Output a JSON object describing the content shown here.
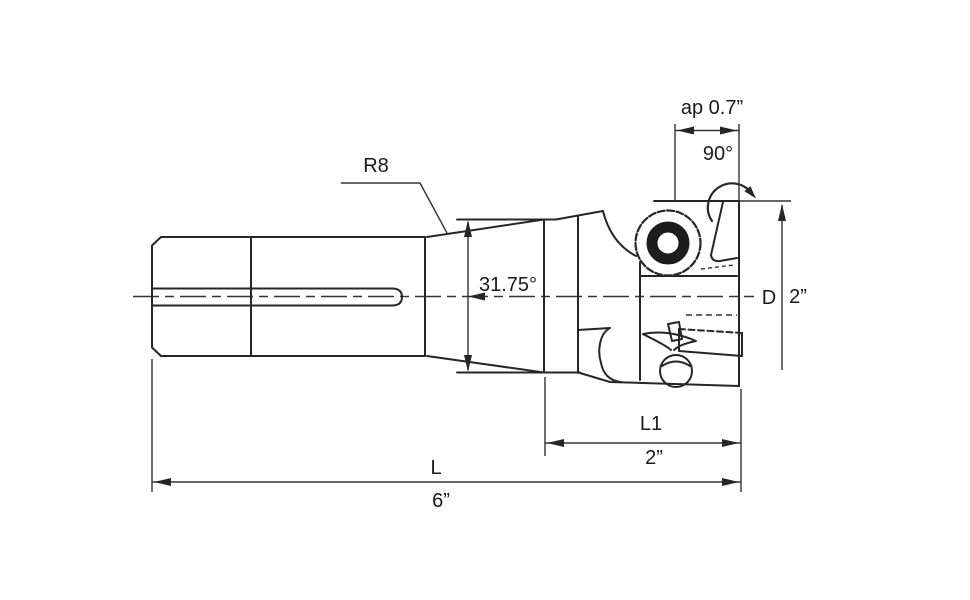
{
  "drawing": {
    "type": "technical-drawing",
    "subject": "indexable end mill cutter side view with dimensions",
    "colors": {
      "line": "#262626",
      "thin_line": "#343434",
      "background": "#ffffff",
      "text": "#1a1a1a"
    },
    "labels": {
      "shank_radius": "R8",
      "taper_angle": "31.75°",
      "depth_of_cut": "ap 0.7”",
      "entering_angle": "90°",
      "diameter_symbol": "D",
      "diameter_value": "2”",
      "l1_symbol": "L1",
      "l1_value": "2”",
      "length_symbol": "L",
      "length_value": "6”"
    }
  }
}
